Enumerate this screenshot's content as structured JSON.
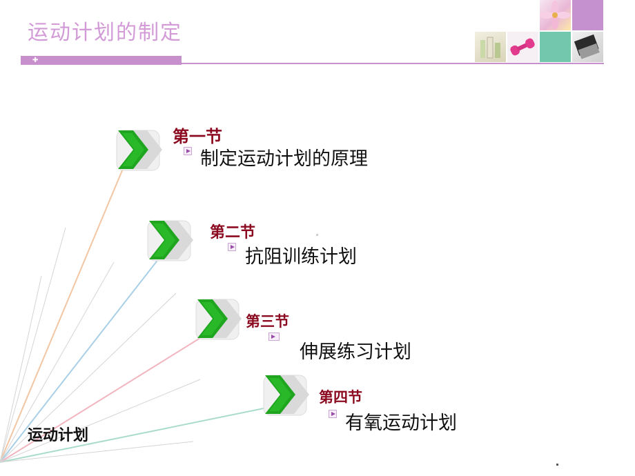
{
  "header": {
    "title": "运动计划的制定"
  },
  "sections": [
    {
      "label": "第一节",
      "title": "制定运动计划的原理"
    },
    {
      "label": "第二节",
      "title": "抗阻训练计划"
    },
    {
      "label": "第三节",
      "title": "伸展练习计划"
    },
    {
      "label": "第四节",
      "title": "有氧运动计划"
    }
  ],
  "corner": {
    "label": "运动计划"
  },
  "colors": {
    "title": "#d29ad6",
    "bar": "#c88fcd",
    "section_label": "#8b0a1f",
    "chevron_green": "#22b422"
  }
}
